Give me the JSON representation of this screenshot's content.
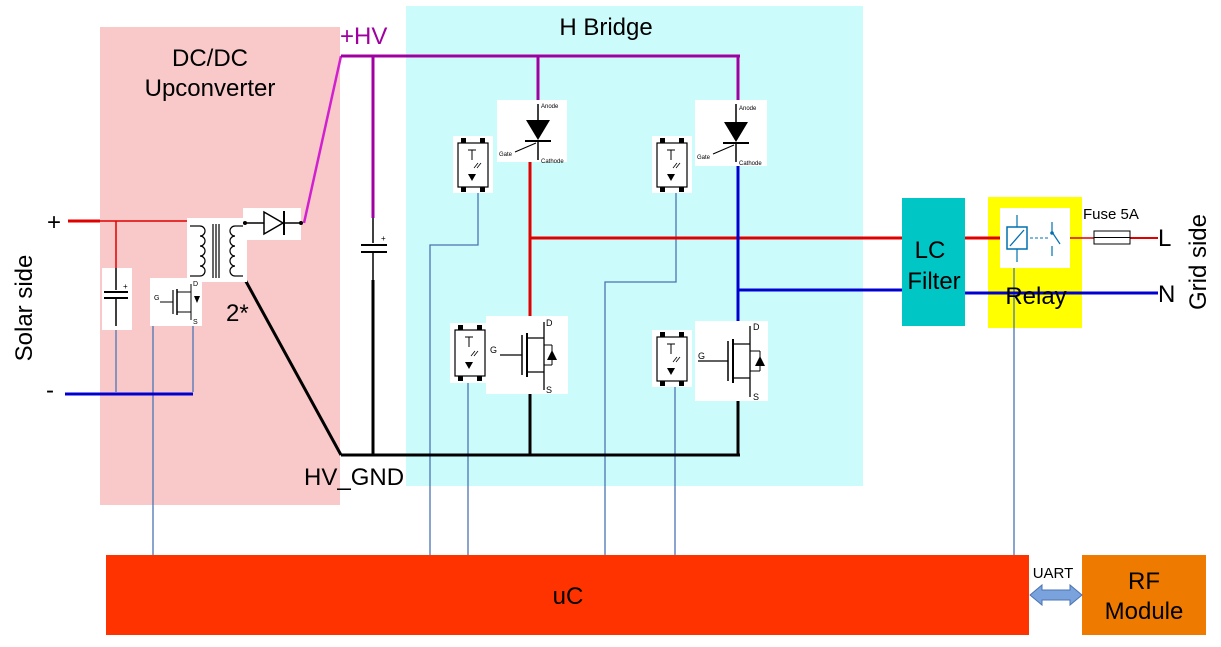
{
  "blocks": {
    "dcdc_line1": "DC/DC",
    "dcdc_line2": "Upconverter",
    "hbridge": "H Bridge",
    "lc_line1": "LC",
    "lc_line2": "Filter",
    "relay": "Relay",
    "uc": "uC",
    "rf_line1": "RF",
    "rf_line2": "Module"
  },
  "labels": {
    "hv": "+HV",
    "hv_gnd": "HV_GND",
    "plus": "+",
    "minus": "-",
    "solar_side": "Solar side",
    "grid_side": "Grid side",
    "ratio": "2*",
    "fuse": "Fuse 5A",
    "L": "L",
    "N": "N",
    "uart": "UART"
  },
  "thyristor_pins": {
    "anode": "Anode",
    "gate": "Gate",
    "cathode": "Cathode"
  },
  "mosfet_pins": {
    "d": "D",
    "g": "G",
    "s": "S"
  },
  "cap_plus": "+",
  "colors": {
    "dcdc_bg": "#f9c9c9",
    "hbridge_bg": "#ccfbfb",
    "lc_bg": "#00c6c6",
    "relay_bg": "#ffff00",
    "uc_bg": "#ff3300",
    "rf_bg": "#ef7a00",
    "hv_wire": "#a000a0",
    "l_wire": "#e00000",
    "n_wire": "#0000d0",
    "gnd_wire": "#000000",
    "signal_wire": "#4a74b4"
  }
}
